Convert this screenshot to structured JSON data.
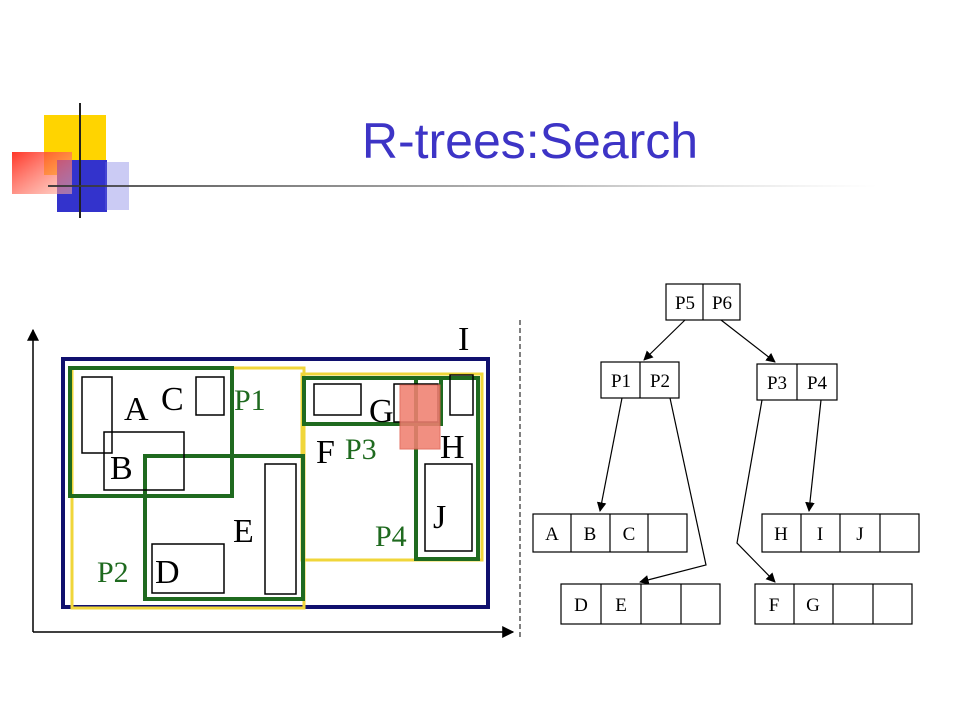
{
  "slide": {
    "title": "R-trees:Search"
  },
  "colors": {
    "title": "#3d34c6",
    "outer_rect": "#10106e",
    "green": "#1f6a1f",
    "yellow": "#f0d63a",
    "query": "#f08070",
    "deco_yellow": "#ffd400",
    "deco_red": "#ff3020",
    "deco_blue": "#3333cc"
  },
  "spatial": {
    "labels": {
      "A": "A",
      "B": "B",
      "C": "C",
      "D": "D",
      "E": "E",
      "F": "F",
      "G": "G",
      "H": "H",
      "I": "I",
      "J": "J",
      "P1": "P1",
      "P2": "P2",
      "P3": "P3",
      "P4": "P4"
    }
  },
  "tree": {
    "root": [
      "P5",
      "P6"
    ],
    "node_p1p2": [
      "P1",
      "P2"
    ],
    "node_p3p4": [
      "P3",
      "P4"
    ],
    "leaf_abc": [
      "A",
      "B",
      "C",
      ""
    ],
    "leaf_de": [
      "D",
      "E",
      "",
      ""
    ],
    "leaf_hij": [
      "H",
      "I",
      "J",
      ""
    ],
    "leaf_fg": [
      "F",
      "G",
      "",
      ""
    ]
  }
}
